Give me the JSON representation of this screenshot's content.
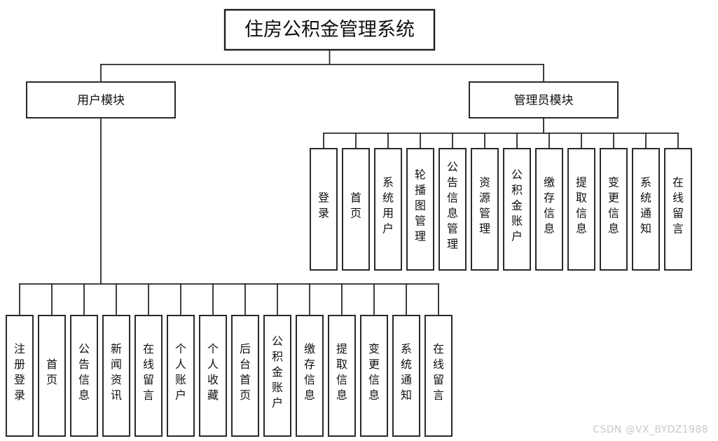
{
  "diagram": {
    "type": "tree",
    "title": "住房公积金管理系统",
    "root": {
      "label": "住房公积金管理系统"
    },
    "branches": [
      {
        "id": "user-module",
        "label": "用户模块",
        "children": [
          "注册登录",
          "首页",
          "公告信息",
          "新闻资讯",
          "在线留言",
          "个人账户",
          "个人收藏",
          "后台首页",
          "公积金账户",
          "缴存信息",
          "提取信息",
          "变更信息",
          "系统通知",
          "在线留言"
        ]
      },
      {
        "id": "admin-module",
        "label": "管理员模块",
        "children": [
          "登录",
          "首页",
          "系统用户",
          "轮播图管理",
          "公告信息管理",
          "资源管理",
          "公积金账户",
          "缴存信息",
          "提取信息",
          "变更信息",
          "系统通知",
          "在线留言"
        ]
      }
    ]
  },
  "watermark": {
    "text": "CSDN @VX_BYDZ1988"
  },
  "colors": {
    "background": "#ffffff",
    "stroke": "#2a2a2a",
    "text": "#111111",
    "watermark": "#c9c9c9"
  }
}
